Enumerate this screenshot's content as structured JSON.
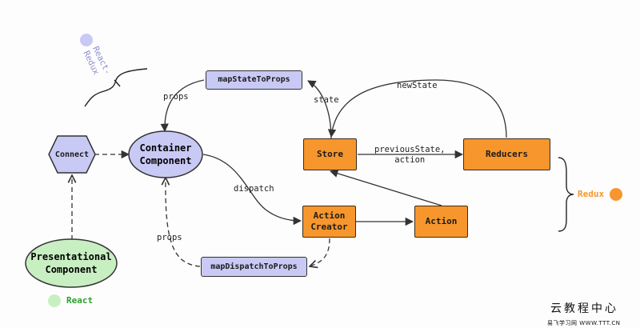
{
  "nodes": {
    "connect": "Connect",
    "container": "Container\nComponent",
    "presentational": "Presentational\nComponent",
    "mapState": "mapStateToProps",
    "mapDispatch": "mapDispatchToProps",
    "store": "Store",
    "reducers": "Reducers",
    "actionCreator": "Action\nCreator",
    "action": "Action"
  },
  "edges": {
    "props_top": "props",
    "state": "state",
    "newState": "newState",
    "previousState": "previousState,\naction",
    "dispatch": "dispatch",
    "props_bottom": "props"
  },
  "legend": {
    "react_redux": "React-\nRedux",
    "redux": "Redux",
    "react": "React"
  },
  "watermark": {
    "title": "云教程中心",
    "url": "易飞学习网 WWW.TTT.CN"
  },
  "colors": {
    "redux": "#f7962c",
    "react": "#c8efc2",
    "react_redux": "#c9c9f5",
    "react_text": "#2e9d2e"
  }
}
